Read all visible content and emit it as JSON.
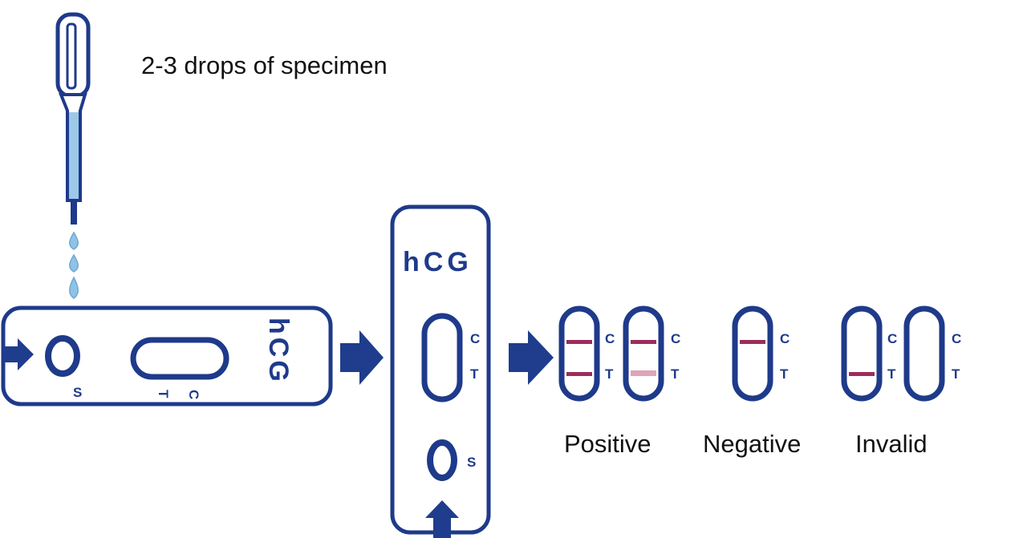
{
  "instruction": "2-3 drops of specimen",
  "strip_brand": "hCG",
  "markers": {
    "sample": "S",
    "control": "C",
    "test": "T"
  },
  "results": [
    {
      "label": "Positive"
    },
    {
      "label": "Negative"
    },
    {
      "label": "Invalid"
    }
  ],
  "colors": {
    "outline": "#1e3a8a",
    "arrow": "#1f3d8c",
    "liquid": "#9cc9e8",
    "band": "#9b2d5c",
    "band_faint": "#e0a3b7"
  }
}
